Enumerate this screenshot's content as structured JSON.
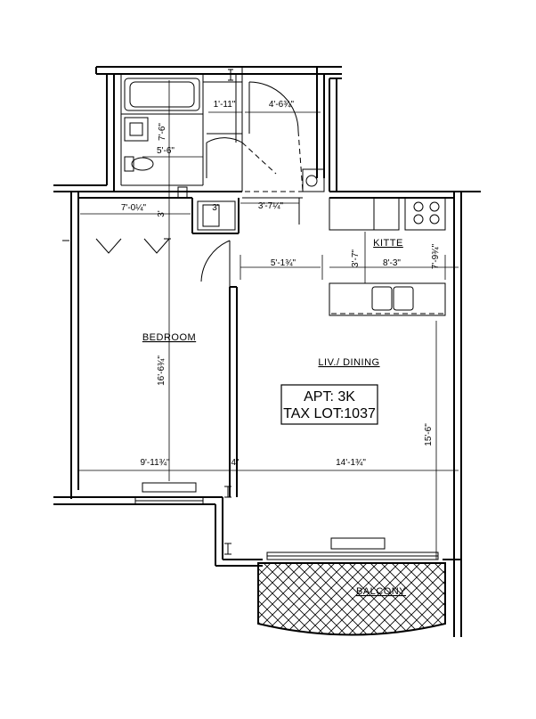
{
  "rooms": {
    "bedroom": "BEDROOM",
    "living": "LIV./ DINING",
    "kitchen": "KITTE",
    "balcony": "BALCONY"
  },
  "info": {
    "apt": "APT: 3K",
    "taxlot": "TAX LOT:1037"
  },
  "dims": {
    "d1": "1'-11\"",
    "d2": "4'-6¾\"",
    "d3": "7'-6\"",
    "d4": "5'-6\"",
    "d5": "7'-0¼\"",
    "d6": "3'",
    "d7": "3'",
    "d8": "3'-7¼\"",
    "d9": "5'-1¾\"",
    "d10": "3'-7\"",
    "d11": "8'-3\"",
    "d12": "7'-9¾\"",
    "d13": "16'-6¾\"",
    "d14": "9'-11¾\"",
    "d15": "4\"",
    "d16": "14'-1¾\"",
    "d17": "15'-6\""
  }
}
